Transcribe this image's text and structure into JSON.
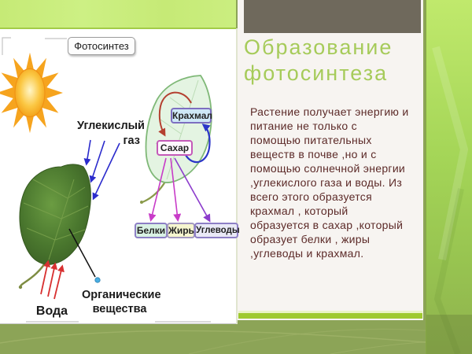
{
  "slide": {
    "title_lines": [
      "Образование",
      "фотосинтеза"
    ],
    "body_lines": [
      "Растение получает энергию и",
      "питание не только с",
      "помощью питательных",
      "веществ в почве ,но и с",
      "помощью солнечной энергии",
      ",углекислого газа и воды. Из",
      "всего этого образуется",
      "крахмал , который",
      "образуется в сахар ,который",
      "образует белки , жиры",
      ",углеводы и крахмал."
    ]
  },
  "diagram": {
    "frame_label": "Фотосинтез",
    "co2_label": {
      "line1": "Углекислый",
      "line2": "газ"
    },
    "water_label": "Вода",
    "organic_label": {
      "line1": "Органические",
      "line2": "вещества"
    },
    "nodes": {
      "starch": "Крахмал",
      "sugar": "Сахар",
      "proteins": "Белки",
      "fats": "Жиры",
      "carbs": "Углеводы"
    }
  },
  "colors": {
    "title_green": "#a6cb5a",
    "top_band": "#c9ec7a",
    "olive_background": "#8ca457",
    "dark_header_box": "#6f695c",
    "body_text": "#5c2a28",
    "accent_bar": "#9fca2f",
    "right_strip_top": "#c0e96c",
    "right_strip_bottom": "#8fb24e"
  }
}
